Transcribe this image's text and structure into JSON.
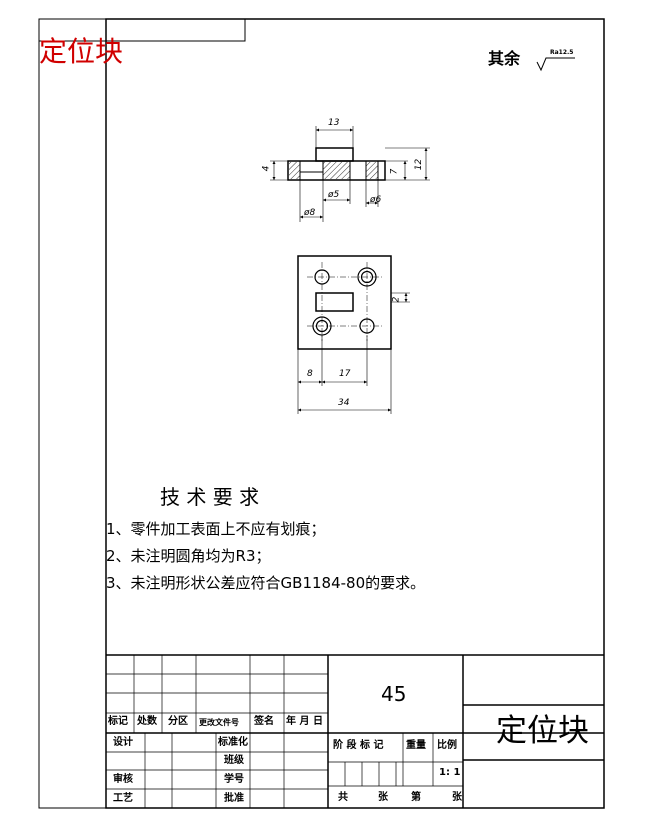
{
  "part_name": "定位块",
  "roughness": {
    "prefix": "其余",
    "value": "Ra12.5"
  },
  "dims": {
    "d13": "13",
    "d12": "12",
    "d4": "4",
    "d7": "7",
    "phi5": "ø5",
    "phi6": "ø6",
    "phi8": "ø8",
    "d2": "2",
    "d8": "8",
    "d17": "17",
    "d34": "34"
  },
  "tech": {
    "title": "技 术 要 求",
    "items": [
      "1、零件加工表面上不应有划痕；",
      "2、未注明圆角均为R3；",
      "3、未注明形状公差应符合GB1184-80的要求。"
    ]
  },
  "title_block": {
    "material": "45",
    "name": "定位块",
    "header_labels": [
      "标记",
      "处数",
      "分区",
      "更改文件号",
      "签名",
      "年 月 日"
    ],
    "left_labels": [
      "设计",
      "审核",
      "工艺"
    ],
    "mid_labels": [
      "标准化",
      "班级",
      "学号",
      "批准"
    ],
    "stage_labels": [
      "阶 段 标 记",
      "重量",
      "比例"
    ],
    "scale": "1: 1",
    "sheet_labels": [
      "共",
      "张",
      "第",
      "张"
    ]
  },
  "colors": {
    "stamp": "#d00000",
    "line": "#000000"
  }
}
